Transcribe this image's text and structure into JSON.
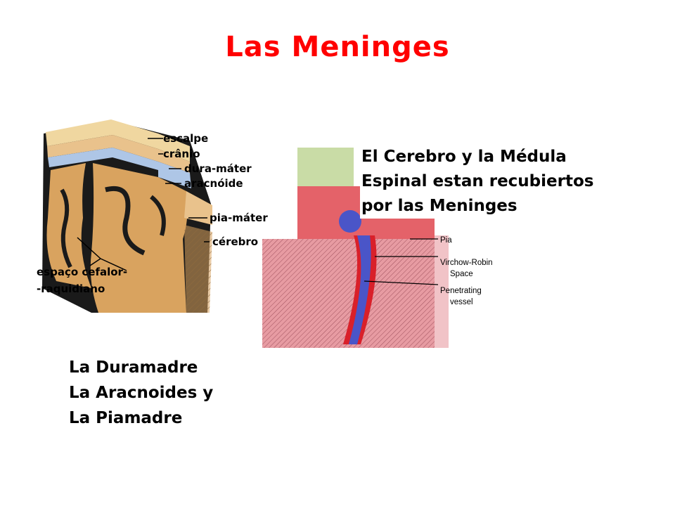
{
  "page": {
    "title": "Las Meninges",
    "title_color": "#ff0000"
  },
  "figure_left": {
    "labels": {
      "escalpe": "escalpe",
      "cranio": "crânio",
      "dura": "dura-máter",
      "aracnoide": "aracnóide",
      "pia": "pia-máter",
      "cerebro": "cérebro",
      "espaco_1": "espaço cefalor-",
      "espaco_2": "-raquidiano"
    }
  },
  "figure_right": {
    "labels": {
      "pia": "Pia",
      "virchow_1": "Virchow-Robin",
      "virchow_2": "Space",
      "penetrating_1": "Penetrating",
      "penetrating_2": "vessel"
    }
  },
  "caption": {
    "lines": [
      "El Cerebro y la Médula",
      "Espinal estan recubiertos",
      "por las Meninges"
    ]
  },
  "list": {
    "items": [
      "La Duramadre",
      "La Aracnoides y",
      "La Piamadre"
    ]
  },
  "colors": {
    "scalp": "#f0d7a0",
    "skull": "#e9c28c",
    "dura": "#aec6e6",
    "brain": "#d9a35f",
    "tissue_pink": "#e79ba2",
    "vessel_red": "#d9202a",
    "vessel_blue": "#4a55c8",
    "tissue_green": "#c9dca6"
  }
}
